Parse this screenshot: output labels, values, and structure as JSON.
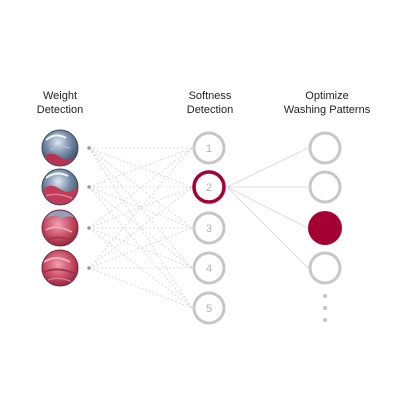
{
  "diagram": {
    "columns": [
      {
        "id": "weight",
        "title_line1": "Weight",
        "title_line2": "Detection"
      },
      {
        "id": "softness",
        "title_line1": "Softness",
        "title_line2": "Detection"
      },
      {
        "id": "optimize",
        "title_line1": "Optimize",
        "title_line2": "Washing Patterns"
      }
    ],
    "weight_nodes": [
      {
        "name": "weight-sample-1",
        "icon": "fabric-drum-light-icon"
      },
      {
        "name": "weight-sample-2",
        "icon": "fabric-drum-medium-icon"
      },
      {
        "name": "weight-sample-3",
        "icon": "fabric-drum-heavy-icon"
      },
      {
        "name": "weight-sample-4",
        "icon": "fabric-red-cloth-icon"
      }
    ],
    "softness_nodes": [
      {
        "label": "1",
        "active": false
      },
      {
        "label": "2",
        "active": true
      },
      {
        "label": "3",
        "active": false
      },
      {
        "label": "4",
        "active": false
      },
      {
        "label": "5",
        "active": false
      }
    ],
    "pattern_nodes": [
      {
        "active": false
      },
      {
        "active": false
      },
      {
        "active": true
      },
      {
        "active": false
      }
    ],
    "more_indicator": "vertical-ellipsis",
    "colors": {
      "accent": "#a50034",
      "node_ring": "#c7c7c7",
      "node_text": "#b3b3b3",
      "connector": "#d0d0d0",
      "title_text": "#222222"
    }
  }
}
